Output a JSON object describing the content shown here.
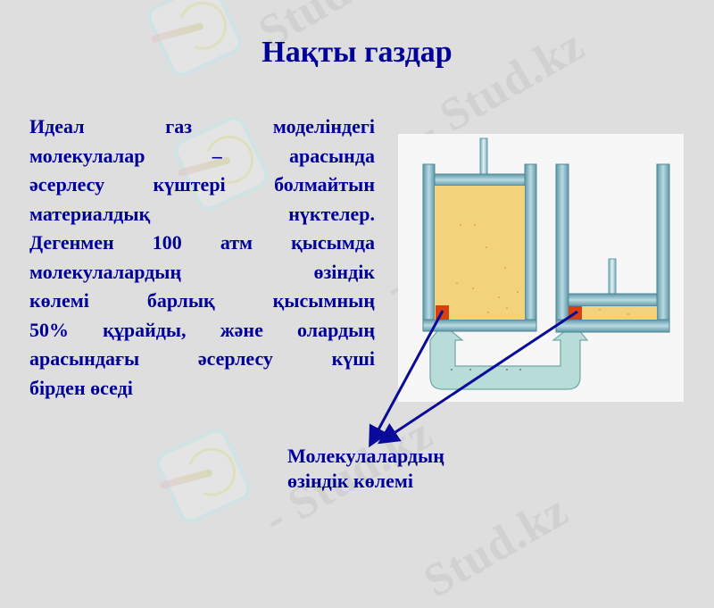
{
  "slide": {
    "title": "Нақты газдар",
    "body_lines": [
      "Идеал газ моделіндегі",
      "молекулалар – арасында",
      "әсерлесу күштері болмайтын",
      "материалдық нүктелер.",
      "Дегенмен 100 атм қысымда",
      "молекулалардың өзіндік",
      "көлемі барлық қысымның",
      "50% құрайды, және олардың",
      "арасындағы әсерлесу күші",
      "бірден өседі"
    ],
    "caption_lines": [
      "Молекулалардың",
      "өзіндік көлемі"
    ]
  },
  "figure": {
    "description": "two-cylinders-piston-diagram",
    "left_cylinder_state": "expanded",
    "right_cylinder_state": "compressed",
    "arrow_type": "u-shaped-transfer-arrow"
  },
  "watermark": {
    "text": "Stud.kz",
    "text_dash": "- Stud.kz"
  },
  "colors": {
    "background": "#dedede",
    "text": "#000099",
    "gas": "#f2d27a",
    "molecule_volume": "#d9400e",
    "cylinder": "#6ea9b8",
    "arrow_fill": "#b8dcd8",
    "pointer_line": "#0a0a9a"
  }
}
